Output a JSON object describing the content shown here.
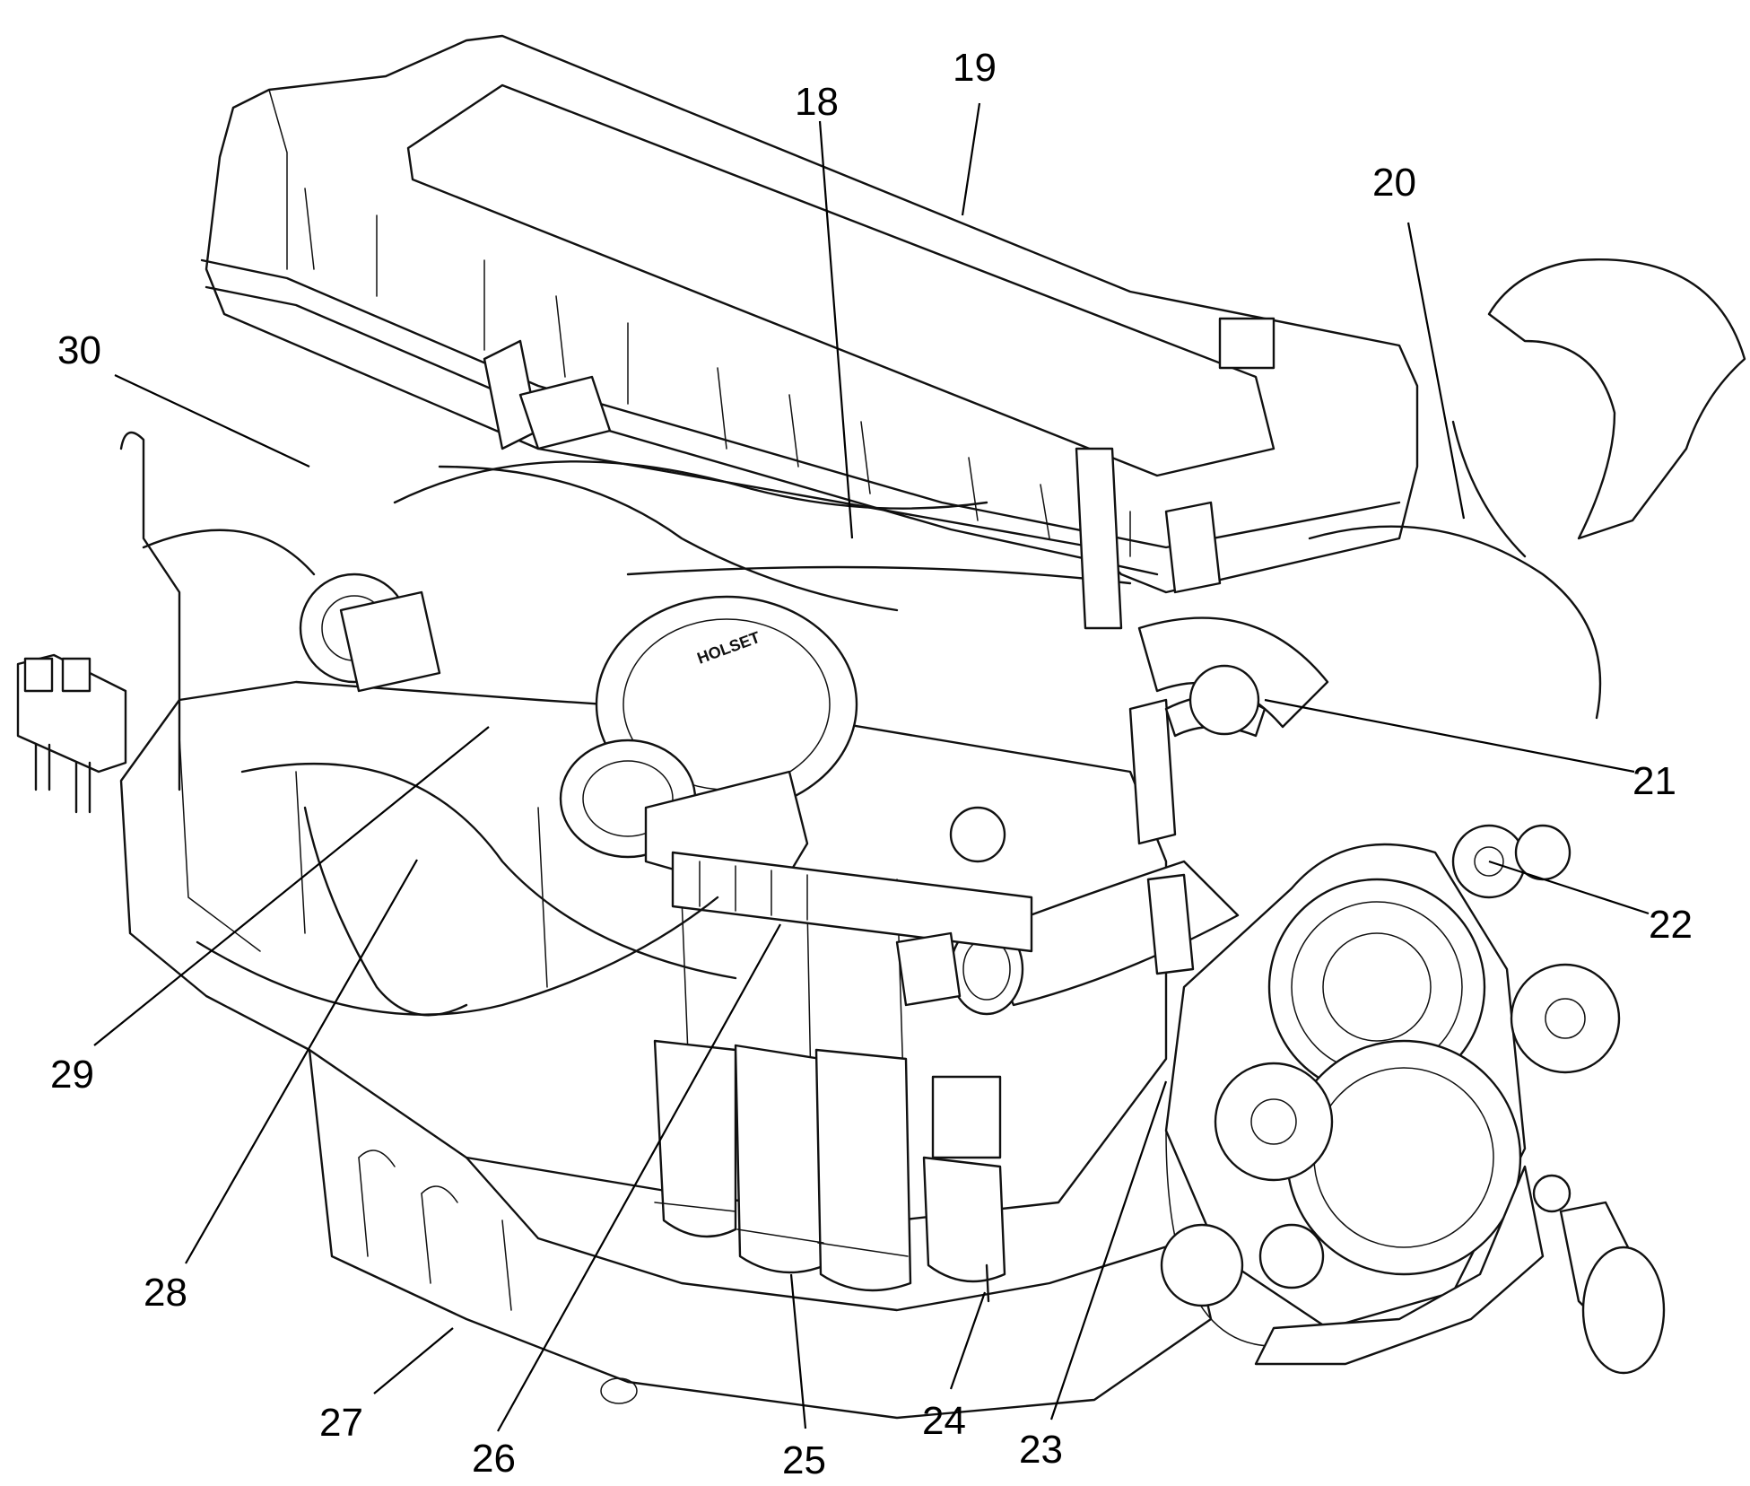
{
  "callouts": {
    "c18": "18",
    "c19": "19",
    "c20": "20",
    "c21": "21",
    "c22": "22",
    "c23": "23",
    "c24": "24",
    "c25": "25",
    "c26": "26",
    "c27": "27",
    "c28": "28",
    "c29": "29",
    "c30": "30"
  },
  "labels": {
    "turbo_brand": "HOLSET"
  },
  "colors": {
    "line": "#111111",
    "background": "#ffffff"
  }
}
